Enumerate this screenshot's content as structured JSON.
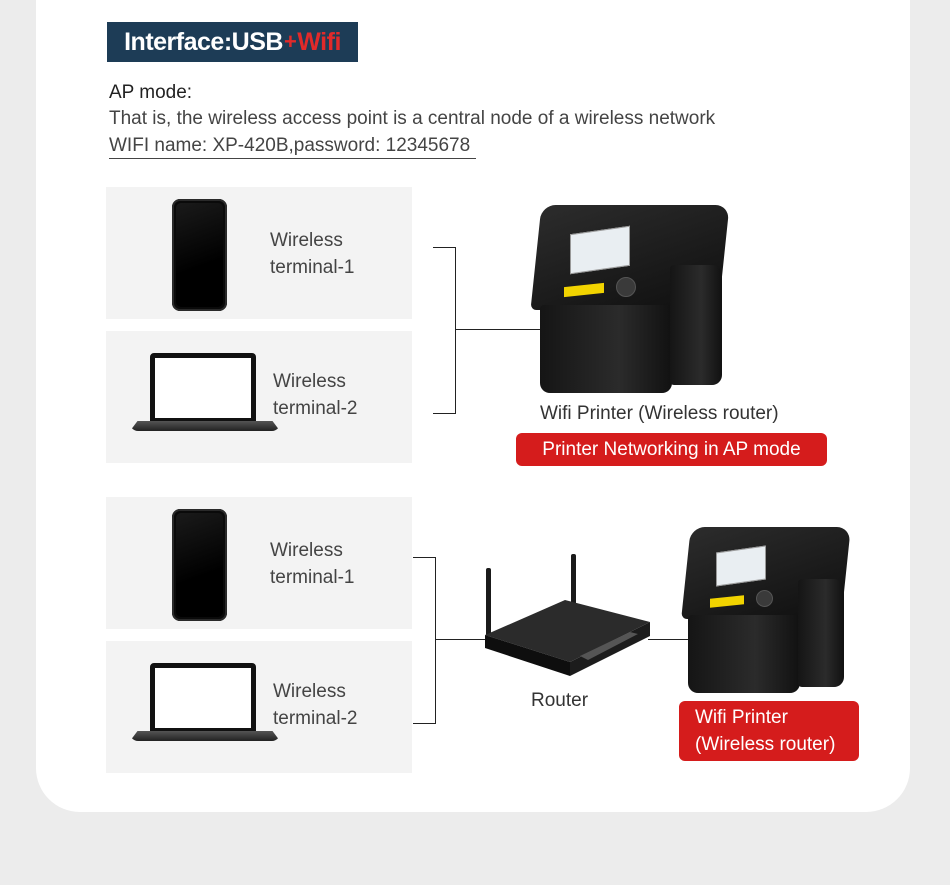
{
  "banner": {
    "prefix": "Interface:USB",
    "plus": "+",
    "suffix": "Wifi"
  },
  "ap_mode": {
    "heading": "AP mode:",
    "description": "That is, the wireless access point is a central node of a wireless network",
    "wifi_info": "WIFI name: XP-420B,password: 12345678"
  },
  "diagram_top": {
    "terminal1": [
      "Wireless",
      "terminal-1"
    ],
    "terminal2": [
      "Wireless",
      "terminal-2"
    ],
    "printer_caption": "Wifi Printer (Wireless router)",
    "tag": "Printer Networking in AP mode"
  },
  "diagram_bottom": {
    "terminal1": [
      "Wireless",
      "terminal-1"
    ],
    "terminal2": [
      "Wireless",
      "terminal-2"
    ],
    "router_caption": "Router",
    "printer_tag": [
      "Wifi Printer",
      "(Wireless router)"
    ]
  },
  "colors": {
    "banner_bg": "#1d3c56",
    "accent_red": "#d51c1c",
    "panel_bg": "#f3f3f3"
  }
}
